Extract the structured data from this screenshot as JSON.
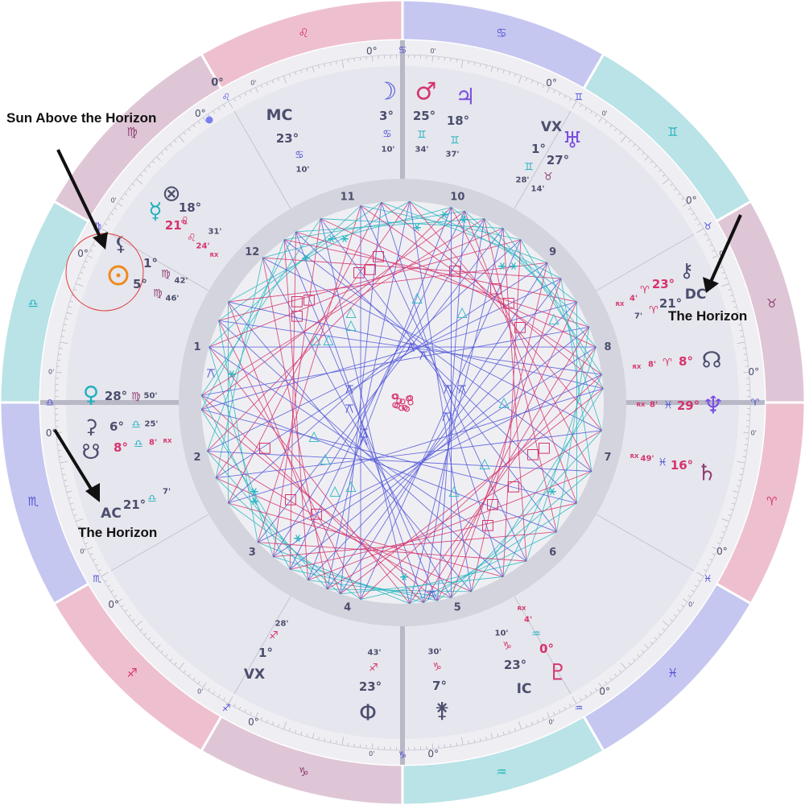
{
  "colors": {
    "pink": "#eec0cf",
    "mauve": "#dfc6d6",
    "blue": "#c6c7f0",
    "teal": "#b9e3e6",
    "outerRing": "#efeef2",
    "houseArea": "#e6e6ee",
    "innerRing": "#d4d4de",
    "aspectField": "#efeff3",
    "navy": "#4b4e6d",
    "magenta": "#d6336c",
    "tealText": "#20b2bd",
    "indigo": "#4f53d6",
    "purple": "#7a4fe0",
    "orange": "#ef8a1e",
    "plum": "#8f3e73",
    "aspectTeal": "#2ab7c1",
    "aspectPink": "#d6336c",
    "aspectBlue": "#5358d8"
  },
  "zodiac": [
    {
      "sign": "Cancer",
      "glyph": "♋",
      "color": "blue"
    },
    {
      "sign": "Gemini",
      "glyph": "♊",
      "color": "teal"
    },
    {
      "sign": "Taurus",
      "glyph": "♉",
      "color": "mauve"
    },
    {
      "sign": "Aries",
      "glyph": "♈",
      "color": "pink"
    },
    {
      "sign": "Pisces",
      "glyph": "♓",
      "color": "blue"
    },
    {
      "sign": "Aquarius",
      "glyph": "♒",
      "color": "teal"
    },
    {
      "sign": "Capricorn",
      "glyph": "♑",
      "color": "mauve"
    },
    {
      "sign": "Sagittarius",
      "glyph": "♐",
      "color": "pink"
    },
    {
      "sign": "Scorpio",
      "glyph": "♏",
      "color": "blue"
    },
    {
      "sign": "Libra",
      "glyph": "♎",
      "color": "teal"
    },
    {
      "sign": "Virgo",
      "glyph": "♍",
      "color": "mauve"
    },
    {
      "sign": "Leo",
      "glyph": "♌",
      "color": "pink"
    }
  ],
  "houses": [
    "10",
    "9",
    "8",
    "7",
    "6",
    "5",
    "4",
    "3",
    "2",
    "1",
    "12",
    "11"
  ],
  "cuspMarks": [
    {
      "deg": "0°",
      "glyph": "♋",
      "min": "0'"
    },
    {
      "deg": "0°",
      "glyph": "♊",
      "min": "0'"
    },
    {
      "deg": "0°",
      "glyph": "♉",
      "min": "0'"
    },
    {
      "deg": "0°",
      "glyph": "♈",
      "min": "0'"
    },
    {
      "deg": "0°",
      "glyph": "♓",
      "min": "0'"
    },
    {
      "deg": "0°",
      "glyph": "♒",
      "min": "0'"
    },
    {
      "deg": "0°",
      "glyph": "♑",
      "min": "0'"
    },
    {
      "deg": "0°",
      "glyph": "♐",
      "min": "0'"
    },
    {
      "deg": "0°",
      "glyph": "♏",
      "min": "0'"
    },
    {
      "deg": "0°",
      "glyph": "♎",
      "min": "0'"
    },
    {
      "deg": "0°",
      "glyph": "♍",
      "min": "0'"
    },
    {
      "deg": "0°",
      "glyph": "♌",
      "min": "0'"
    }
  ],
  "labels": [
    {
      "key": "mc_label",
      "text": "MC",
      "color": "navy",
      "size": 19
    },
    {
      "key": "mc_deg",
      "text": "23°",
      "color": "navy",
      "size": 15
    },
    {
      "key": "mc_sign",
      "text": "♋",
      "color": "indigo",
      "size": 13
    },
    {
      "key": "mc_min",
      "text": "10'",
      "color": "navy",
      "size": 10
    },
    {
      "key": "moon_glyph",
      "text": "☽",
      "color": "indigo",
      "size": 30
    },
    {
      "key": "moon_deg",
      "text": "3°",
      "color": "navy",
      "size": 15
    },
    {
      "key": "moon_sign",
      "text": "♋",
      "color": "indigo",
      "size": 13
    },
    {
      "key": "moon_min",
      "text": "10'",
      "color": "navy",
      "size": 10
    },
    {
      "key": "mars_glyph",
      "text": "♂",
      "color": "magenta",
      "size": 30
    },
    {
      "key": "mars_deg",
      "text": "25°",
      "color": "navy",
      "size": 15
    },
    {
      "key": "mars_sign",
      "text": "♊",
      "color": "tealText",
      "size": 13
    },
    {
      "key": "mars_min",
      "text": "34'",
      "color": "navy",
      "size": 10
    },
    {
      "key": "jup_glyph",
      "text": "♃",
      "color": "purple",
      "size": 28
    },
    {
      "key": "jup_deg",
      "text": "18°",
      "color": "navy",
      "size": 15
    },
    {
      "key": "jup_sign",
      "text": "♊",
      "color": "tealText",
      "size": 13
    },
    {
      "key": "jup_min",
      "text": "37'",
      "color": "navy",
      "size": 10
    },
    {
      "key": "vx_label",
      "text": "VX",
      "color": "navy",
      "size": 17
    },
    {
      "key": "ura_glyph",
      "text": "♅",
      "color": "purple",
      "size": 28
    },
    {
      "key": "ura_deg",
      "text": "27°",
      "color": "navy",
      "size": 15
    },
    {
      "key": "vx_deg",
      "text": "1°",
      "color": "navy",
      "size": 15
    },
    {
      "key": "vx_sign",
      "text": "♊",
      "color": "tealText",
      "size": 13
    },
    {
      "key": "vx_min",
      "text": "28'",
      "color": "navy",
      "size": 10
    },
    {
      "key": "ura_sign",
      "text": "♉",
      "color": "plum",
      "size": 13
    },
    {
      "key": "ura_min",
      "text": "14'",
      "color": "navy",
      "size": 10
    },
    {
      "key": "cusp_cancer_top_deg",
      "text": "0°",
      "color": "navy",
      "size": 13
    },
    {
      "key": "pof_glyph",
      "text": "⊗",
      "color": "navy",
      "size": 28
    },
    {
      "key": "pof_deg",
      "text": "18°",
      "color": "navy",
      "size": 15
    },
    {
      "key": "pof_sign",
      "text": "♌",
      "color": "magenta",
      "size": 13
    },
    {
      "key": "pof_min",
      "text": "31'",
      "color": "navy",
      "size": 10
    },
    {
      "key": "merc_glyph",
      "text": "☿",
      "color": "tealText",
      "size": 28
    },
    {
      "key": "merc_deg",
      "text": "21°",
      "color": "magenta",
      "size": 15
    },
    {
      "key": "merc_sign",
      "text": "♌",
      "color": "magenta",
      "size": 13
    },
    {
      "key": "merc_min",
      "text": "24'",
      "color": "magenta",
      "size": 10
    },
    {
      "key": "merc_rx",
      "text": "RX",
      "color": "magenta",
      "size": 7
    },
    {
      "key": "lil_glyph",
      "text": "⚸",
      "color": "navy",
      "size": 24
    },
    {
      "key": "lil_deg",
      "text": "1°",
      "color": "navy",
      "size": 15
    },
    {
      "key": "lil_sign",
      "text": "♍",
      "color": "plum",
      "size": 13
    },
    {
      "key": "lil_min",
      "text": "42'",
      "color": "navy",
      "size": 10
    },
    {
      "key": "sun_deg",
      "text": "5°",
      "color": "navy",
      "size": 15
    },
    {
      "key": "sun_sign",
      "text": "♍",
      "color": "plum",
      "size": 13
    },
    {
      "key": "sun_min",
      "text": "46'",
      "color": "navy",
      "size": 10
    },
    {
      "key": "venus_glyph",
      "text": "♀",
      "color": "tealText",
      "size": 28
    },
    {
      "key": "venus_deg",
      "text": "28°",
      "color": "navy",
      "size": 15
    },
    {
      "key": "venus_sign",
      "text": "♍",
      "color": "plum",
      "size": 13
    },
    {
      "key": "venus_min",
      "text": "50'",
      "color": "navy",
      "size": 10
    },
    {
      "key": "ceres_glyph",
      "text": "⚳",
      "color": "navy",
      "size": 24
    },
    {
      "key": "ceres_deg",
      "text": "6°",
      "color": "navy",
      "size": 15
    },
    {
      "key": "ceres_sign",
      "text": "♎",
      "color": "tealText",
      "size": 13
    },
    {
      "key": "ceres_min",
      "text": "25'",
      "color": "navy",
      "size": 10
    },
    {
      "key": "snode_glyph",
      "text": "☋",
      "color": "navy",
      "size": 26
    },
    {
      "key": "snode_deg",
      "text": "8°",
      "color": "magenta",
      "size": 15
    },
    {
      "key": "snode_sign",
      "text": "♎",
      "color": "tealText",
      "size": 13
    },
    {
      "key": "snode_min",
      "text": "8'",
      "color": "magenta",
      "size": 10
    },
    {
      "key": "snode_rx",
      "text": "RX",
      "color": "magenta",
      "size": 7
    },
    {
      "key": "ac_label",
      "text": "AC",
      "color": "navy",
      "size": 17
    },
    {
      "key": "ac_deg",
      "text": "21°",
      "color": "navy",
      "size": 15
    },
    {
      "key": "ac_sign",
      "text": "♎",
      "color": "tealText",
      "size": 13
    },
    {
      "key": "ac_min",
      "text": "7'",
      "color": "navy",
      "size": 10
    },
    {
      "key": "chiron_glyph",
      "text": "⚷",
      "color": "navy",
      "size": 24
    },
    {
      "key": "dc_label",
      "text": "DC",
      "color": "navy",
      "size": 17
    },
    {
      "key": "chiron_deg",
      "text": "23°",
      "color": "magenta",
      "size": 15
    },
    {
      "key": "chiron_sign",
      "text": "♈",
      "color": "magenta",
      "size": 13
    },
    {
      "key": "chiron_min",
      "text": "4'",
      "color": "magenta",
      "size": 10
    },
    {
      "key": "chiron_rx",
      "text": "RX",
      "color": "magenta",
      "size": 7
    },
    {
      "key": "dc_deg",
      "text": "21°",
      "color": "navy",
      "size": 15
    },
    {
      "key": "dc_sign",
      "text": "♈",
      "color": "magenta",
      "size": 13
    },
    {
      "key": "dc_min",
      "text": "7'",
      "color": "navy",
      "size": 10
    },
    {
      "key": "nnode_glyph",
      "text": "☊",
      "color": "navy",
      "size": 28
    },
    {
      "key": "nnode_deg",
      "text": "8°",
      "color": "magenta",
      "size": 15
    },
    {
      "key": "nnode_sign",
      "text": "♈",
      "color": "magenta",
      "size": 13
    },
    {
      "key": "nnode_min",
      "text": "8'",
      "color": "magenta",
      "size": 10
    },
    {
      "key": "nnode_rx",
      "text": "RX",
      "color": "magenta",
      "size": 7
    },
    {
      "key": "nep_glyph",
      "text": "♆",
      "color": "purple",
      "size": 30
    },
    {
      "key": "nep_deg",
      "text": "29°",
      "color": "magenta",
      "size": 15
    },
    {
      "key": "nep_sign",
      "text": "♓",
      "color": "indigo",
      "size": 13
    },
    {
      "key": "nep_min",
      "text": "8'",
      "color": "magenta",
      "size": 10
    },
    {
      "key": "nep_rx",
      "text": "RX",
      "color": "magenta",
      "size": 7
    },
    {
      "key": "sat_glyph",
      "text": "♄",
      "color": "plum",
      "size": 28
    },
    {
      "key": "sat_deg",
      "text": "16°",
      "color": "magenta",
      "size": 15
    },
    {
      "key": "sat_sign",
      "text": "♓",
      "color": "indigo",
      "size": 13
    },
    {
      "key": "sat_min",
      "text": "49'",
      "color": "magenta",
      "size": 10
    },
    {
      "key": "sat_rx",
      "text": "RX",
      "color": "magenta",
      "size": 7
    },
    {
      "key": "pluto_glyph",
      "text": "♇",
      "color": "magenta",
      "size": 28
    },
    {
      "key": "pluto_deg",
      "text": "0°",
      "color": "magenta",
      "size": 15
    },
    {
      "key": "pluto_sign",
      "text": "♒",
      "color": "tealText",
      "size": 13
    },
    {
      "key": "pluto_min",
      "text": "4'",
      "color": "magenta",
      "size": 10
    },
    {
      "key": "pluto_rx",
      "text": "RX",
      "color": "magenta",
      "size": 7
    },
    {
      "key": "ic_label",
      "text": "IC",
      "color": "navy",
      "size": 17
    },
    {
      "key": "ic_deg",
      "text": "23°",
      "color": "navy",
      "size": 15
    },
    {
      "key": "ic_sign",
      "text": "♑",
      "color": "magenta",
      "size": 13
    },
    {
      "key": "ic_min",
      "text": "10'",
      "color": "navy",
      "size": 10
    },
    {
      "key": "juno_glyph",
      "text": "⚵",
      "color": "navy",
      "size": 26
    },
    {
      "key": "juno_deg",
      "text": "7°",
      "color": "navy",
      "size": 15
    },
    {
      "key": "juno_sign",
      "text": "♑",
      "color": "magenta",
      "size": 13
    },
    {
      "key": "juno_min",
      "text": "30'",
      "color": "navy",
      "size": 10
    },
    {
      "key": "vesta_glyph",
      "text": "Φ",
      "color": "navy",
      "size": 28
    },
    {
      "key": "vesta_deg",
      "text": "23°",
      "color": "navy",
      "size": 15
    },
    {
      "key": "vesta_sign",
      "text": "♐",
      "color": "magenta",
      "size": 13
    },
    {
      "key": "vesta_min",
      "text": "43'",
      "color": "navy",
      "size": 10
    },
    {
      "key": "avx_label",
      "text": "VX",
      "color": "navy",
      "size": 17
    },
    {
      "key": "avx_deg",
      "text": "1°",
      "color": "navy",
      "size": 15
    },
    {
      "key": "avx_sign",
      "text": "♐",
      "color": "magenta",
      "size": 13
    },
    {
      "key": "avx_min",
      "text": "28'",
      "color": "navy",
      "size": 10
    }
  ],
  "aspectGlyphs": {
    "square": "□",
    "trine": "△",
    "sextile": "⚹",
    "quincunx": "⚻"
  },
  "annotations": {
    "sun_above": "Sun Above the Horizon",
    "horizon_right": "The Horizon",
    "horizon_left": "The Horizon"
  }
}
